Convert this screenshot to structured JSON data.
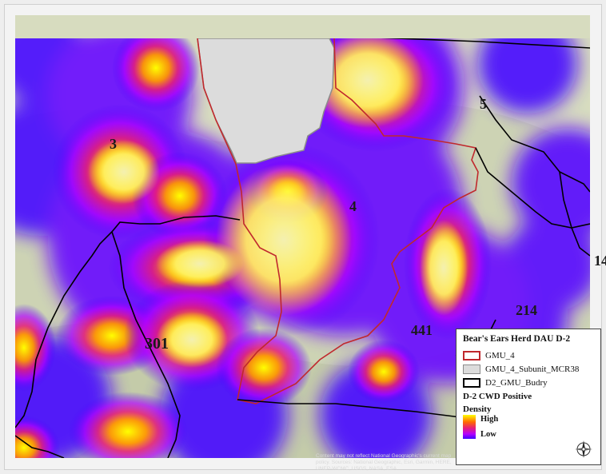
{
  "labels": {
    "gmu_3": "3",
    "gmu_4": "4",
    "gmu_5": "5",
    "gmu_14_partial": "14",
    "gmu_214": "214",
    "gmu_301": "301",
    "gmu_441": "441"
  },
  "legend": {
    "title": "Bear's Ears Herd DAU D-2",
    "items": [
      {
        "label": "GMU_4",
        "stroke": "#c0282d",
        "fill": "#ffffff"
      },
      {
        "label": "GMU_4_Subunit_MCR38",
        "stroke": "#8c8c8c",
        "fill": "#dcdcdc"
      },
      {
        "label": "D2_GMU_Budry",
        "stroke": "#000000",
        "fill": "#ffffff"
      }
    ],
    "subtitle": "D-2 CWD Positive",
    "density_label": "Density",
    "high_label": "High",
    "low_label": "Low"
  },
  "attribution": "Content may not reflect National Geographic's current map policy. Sources: National Geographic, Esri, Garmin, HERE, UNEP-WCMC, USGS, NASA, ESA",
  "colors": {
    "density_high": "#ffff00",
    "density_mid": "#e61e78",
    "density_low": "#3c00ff",
    "gmu4_boundary": "#c0282d",
    "subunit_fill": "#dcdcdc",
    "budry_boundary": "#000000"
  }
}
